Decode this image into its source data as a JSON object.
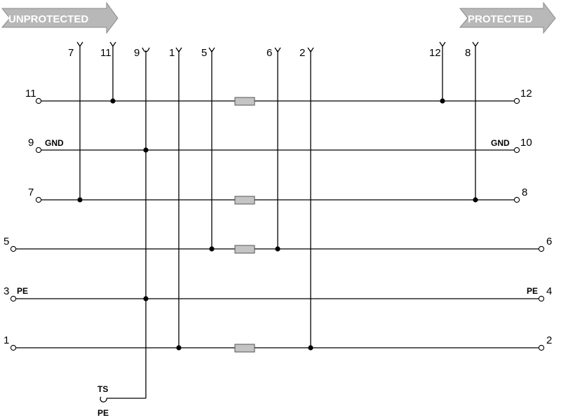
{
  "banners": {
    "left": "UNPROTECTED",
    "right": "PROTECTED"
  },
  "top_pins": {
    "p7": "7",
    "p11": "11",
    "p9": "9",
    "p1": "1",
    "p5": "5",
    "p6": "6",
    "p2": "2",
    "p12": "12",
    "p8": "8"
  },
  "rows": {
    "r1": {
      "left": "11",
      "right": "12"
    },
    "r2": {
      "left": "9",
      "right": "10",
      "left_tag": "GND",
      "right_tag": "GND"
    },
    "r3": {
      "left": "7",
      "right": "8"
    },
    "r4": {
      "left": "5",
      "right": "6"
    },
    "r5": {
      "left": "3",
      "right": "4",
      "left_tag": "PE",
      "right_tag": "PE"
    },
    "r6": {
      "left": "1",
      "right": "2"
    }
  },
  "bottom": {
    "ts": "TS",
    "pe": "PE"
  }
}
